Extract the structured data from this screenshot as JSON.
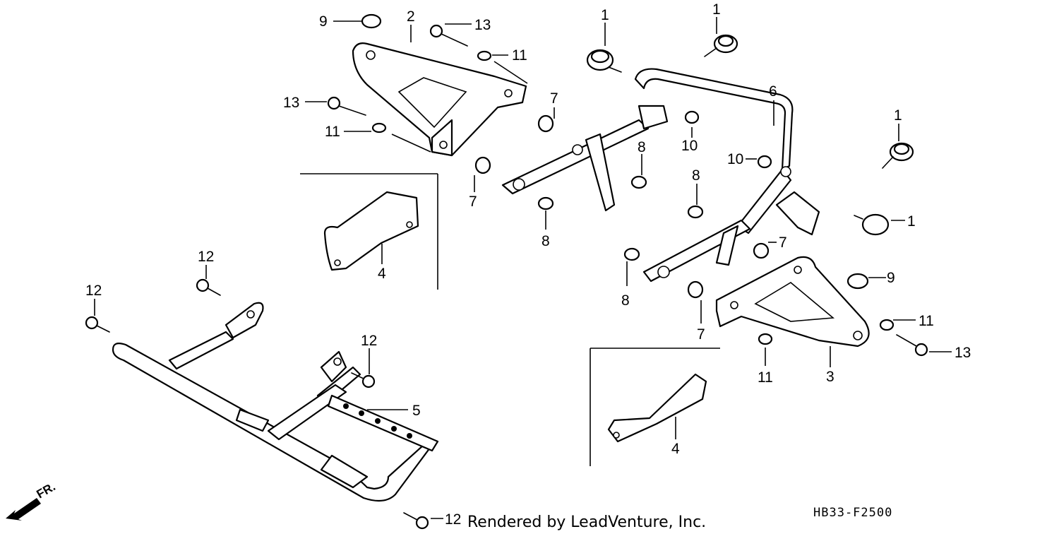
{
  "callouts": {
    "c1a": "1",
    "c1b": "1",
    "c1c": "1",
    "c1d": "1",
    "c2": "2",
    "c3": "3",
    "c4a": "4",
    "c4b": "4",
    "c5": "5",
    "c6": "6",
    "c7a": "7",
    "c7b": "7",
    "c7c": "7",
    "c7d": "7",
    "c8a": "8",
    "c8b": "8",
    "c8c": "8",
    "c8d": "8",
    "c9a": "9",
    "c9b": "9",
    "c10a": "10",
    "c10b": "10",
    "c11a": "11",
    "c11b": "11",
    "c11c": "11",
    "c11d": "11",
    "c12a": "12",
    "c12b": "12",
    "c12c": "12",
    "c12d": "12",
    "c13a": "13",
    "c13b": "13",
    "c13c": "13"
  },
  "footer": {
    "credit": "Rendered by LeadVenture, Inc.",
    "diagram_code": "HB33-F2500",
    "front_marker": "FR."
  }
}
